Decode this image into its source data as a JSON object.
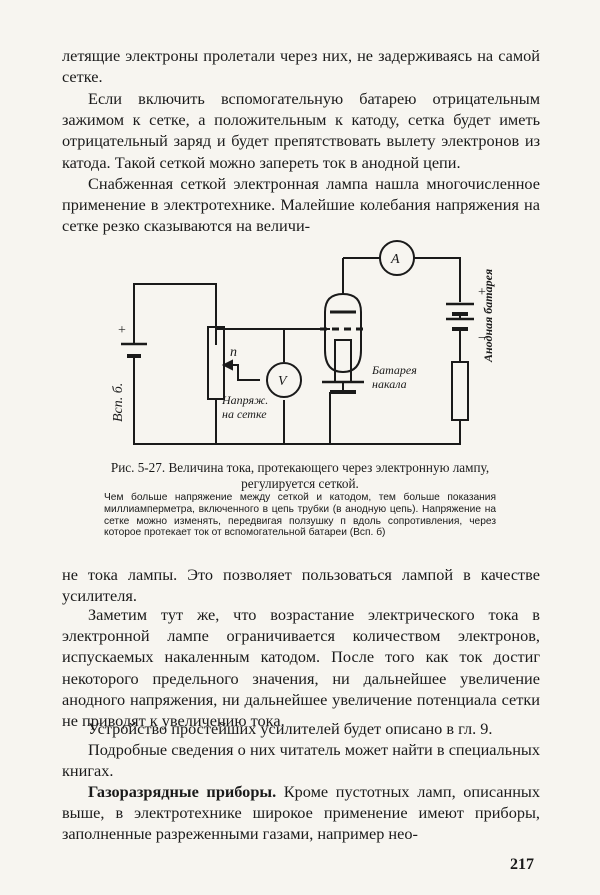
{
  "paragraphs": {
    "p1": "летящие электроны пролетали через них, не задерживаясь на самой сетке.",
    "p2": "Если включить вспомогательную батарею отрицательным зажимом к сетке, а положительным к катоду, сетка будет иметь отрицательный заряд и будет препятствовать вылету электронов из катода. Такой сеткой можно запереть ток в анодной цепи.",
    "p3": "Снабженная сеткой электронная лампа нашла многочисленное применение в электротехнике. Малейшие колебания напряжения на сетке резко сказываются на величи-",
    "p4": "не тока лампы. Это позволяет пользоваться лампой в качестве усилителя.",
    "p5": "Заметим тут же, что возрастание электрического тока в электронной лампе ограничивается количеством электронов, испускаемых накаленным катодом. После того как ток достиг некоторого предельного значения, ни дальнейшее увеличение анодного напряжения, ни дальнейшее увеличение потенциала сетки не приводят к увеличению тока.",
    "p6": "Устройство простейших усилителей будет описано в гл. 9.",
    "p7": "Подробные сведения о них читатель может найти в специальных книгах.",
    "p8_heading": "Газоразрядные приборы.",
    "p8_text": " Кроме пустотных ламп, описанных выше, в электротехнике широкое применение имеют приборы, заполненные разреженными газами, например нео-"
  },
  "figure": {
    "caption_title": "Рис. 5-27. Величина тока, протекающего через электронную лампу, регулируется сеткой.",
    "caption_note": "Чем больше напряжение между сеткой и катодом, тем больше показания миллиамперметра, включенного в цепь трубки (в анодную цепь). Напряжение на сетке можно изменять, передвигая ползушку п вдоль сопротивления, через которое протекает ток от вспомогательной батареи (Всп. б)",
    "labels": {
      "ammeter": "А",
      "voltmeter": "V",
      "slider": "п",
      "aux_battery": "Всп. б.",
      "grid_voltage_1": "Напряж.",
      "grid_voltage_2": "на сетке",
      "heater_battery_1": "Батарея",
      "heater_battery_2": "накала",
      "anode_battery": "Анодная батарея",
      "plus": "+",
      "minus": "−"
    }
  },
  "page_number": "217"
}
